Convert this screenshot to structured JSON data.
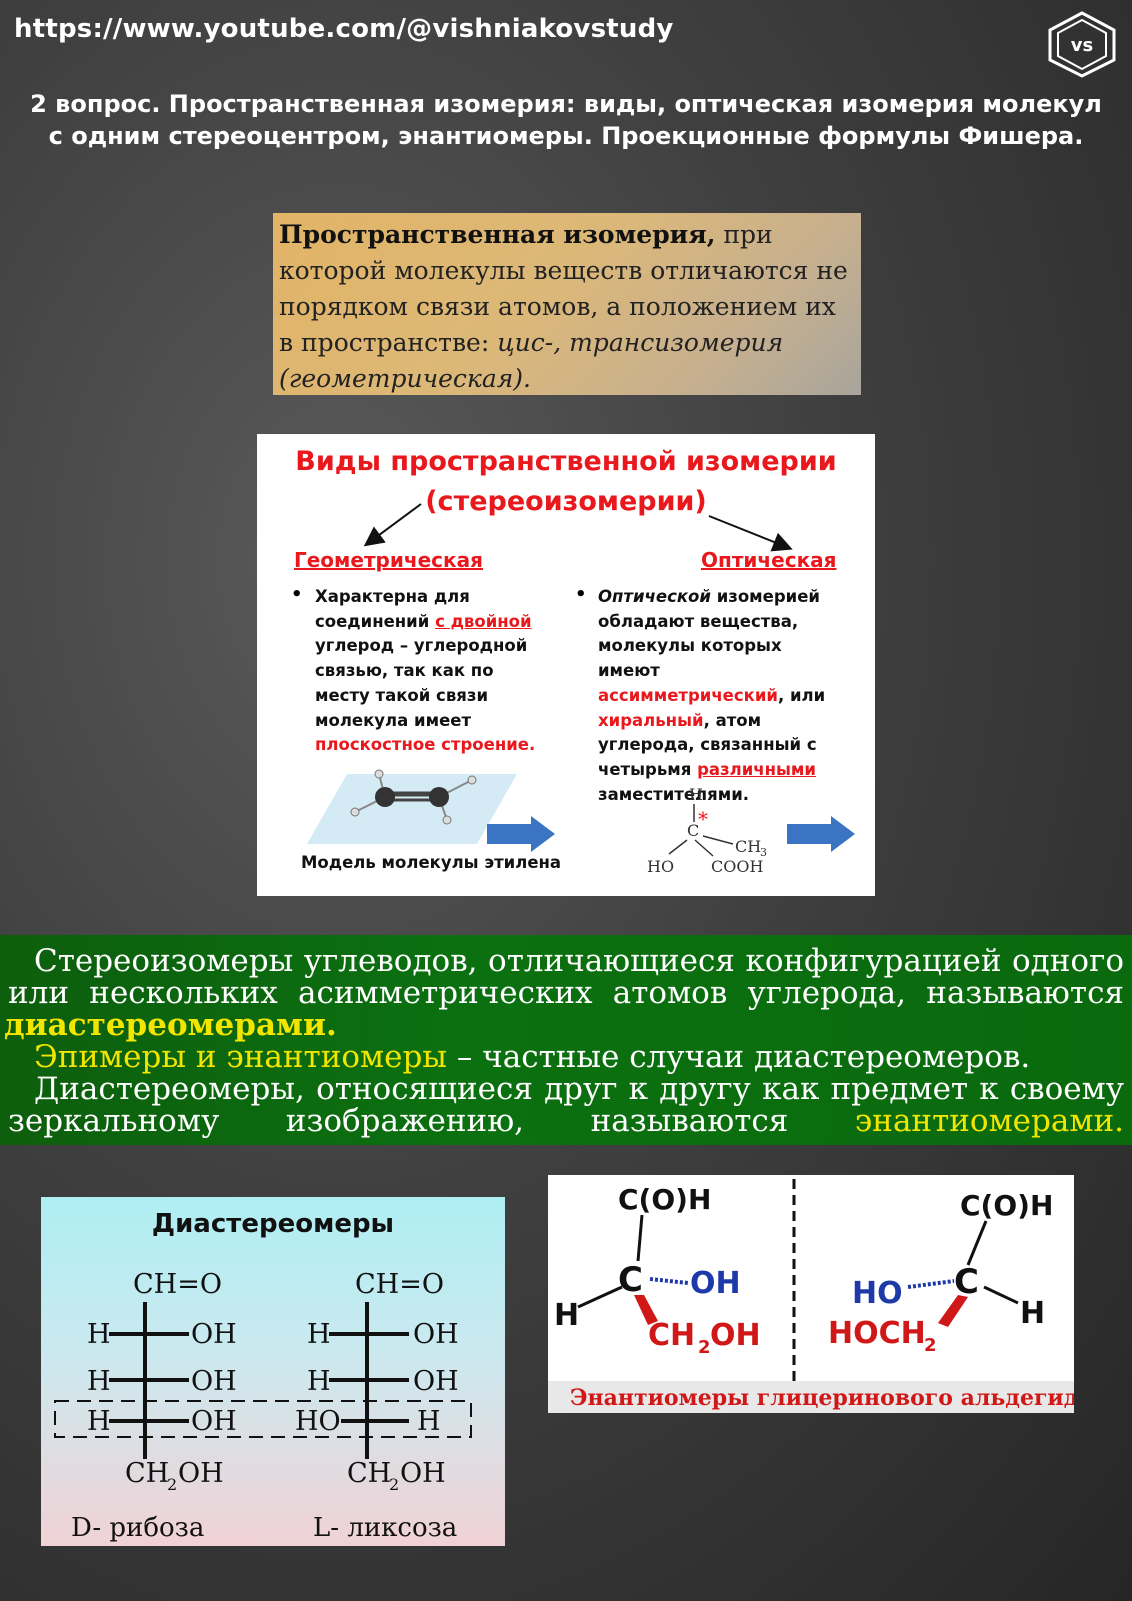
{
  "header": {
    "url": "https://www.youtube.com/@vishniakovstudy",
    "logo_text": "vs",
    "title": "2 вопрос. Пространственная изомерия: виды, оптическая изомерия молекул с одним стереоцентром, энантиомеры. Проекционные формулы Фишера."
  },
  "definition": {
    "term": "Пространственная изомерия,",
    "text": " при которой молекулы веществ отличаются не порядком связи атомов, а положением их в пространстве: ",
    "italic": "цис-, трансизомерия (геометрическая)."
  },
  "types_slide": {
    "title_line1": "Виды пространственной изомерии",
    "title_line2": "(стереоизомерии)",
    "left_heading": "Геометрическая",
    "right_heading": "Оптическая",
    "left_text": {
      "p1": "Характерна для соединений ",
      "red1": "с двойной",
      "p2": " углерод – углеродной связью, так как  по месту такой связи молекула имеет ",
      "red2": "плоскостное строение."
    },
    "right_text": {
      "it": "Оптической",
      "p1": " изомерией обладают вещества, молекулы которых имеют ",
      "red1": "ассимметрический",
      "p2": ", или ",
      "red2": "хиральный",
      "p3": ", атом углерода, связанный с четырьмя ",
      "red3": "различными",
      "p4": " заместителями."
    },
    "caption": "Модель молекулы этилена",
    "mol": {
      "h": "H",
      "c": "C",
      "star": "*",
      "ch3": "CH",
      "ch3_sub": "3",
      "ho": "HO",
      "cooh": "COOH"
    }
  },
  "green_block": {
    "line1": "Стереоизомеры углеводов, отличающиеся конфигурацией одного",
    "line2": "или нескольких асимметрических атомов углерода, называются",
    "line3": "диастереомерами.",
    "line4_yellow": "Эпимеры и энантиомеры",
    "line4_rest": " – частные случаи диастереомеров.",
    "line5": "Диастереомеры, относящиеся друг к другу как предмет к своему",
    "line6_a": "зеркальному",
    "line6_b": "изображению,",
    "line6_c": "называются",
    "line6_yellow": "энантиомерами."
  },
  "diastereomers": {
    "title": "Диастереомеры",
    "top": "CH=O",
    "h": "H",
    "oh": "OH",
    "ho": "HO",
    "bottom": "CH",
    "bottom_sub": "2",
    "bottom_rest": "OH",
    "left_name": "D- рибоза",
    "right_name": "L- ликсоза"
  },
  "enantiomers": {
    "cho": "C(O)H",
    "c": "C",
    "oh": "OH",
    "h": "H",
    "ch2oh": "CH",
    "sub2": "2",
    "oh_tail": "OH",
    "ho": "HO",
    "hoch": "HOCH",
    "caption": "Энантиомеры глицеринового альдегида"
  },
  "colors": {
    "red": "#e8181d",
    "yellow": "#f2e600",
    "green": "#0b7010",
    "blue_arrow": "#3c74c4"
  }
}
